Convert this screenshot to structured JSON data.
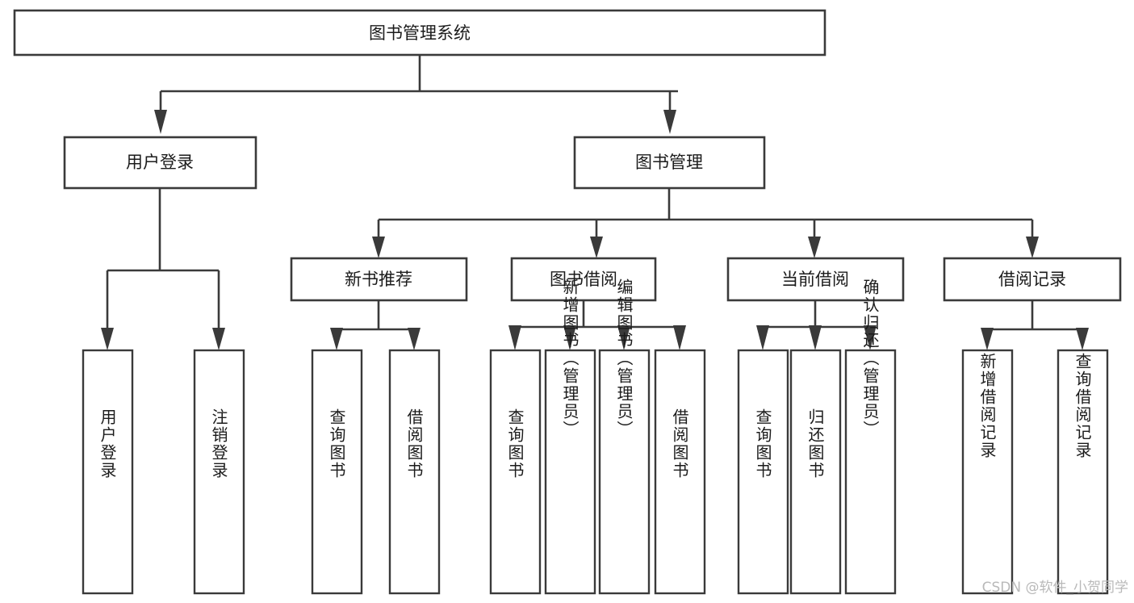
{
  "diagram": {
    "title": "图书管理系统",
    "type": "tree-hierarchy-chart",
    "root": {
      "label": "图书管理系统"
    },
    "level2": [
      {
        "label": "用户登录"
      },
      {
        "label": "图书管理"
      }
    ],
    "level3": [
      {
        "label": "新书推荐"
      },
      {
        "label": "图书借阅"
      },
      {
        "label": "当前借阅"
      },
      {
        "label": "借阅记录"
      }
    ],
    "leaves": {
      "user_login": [
        {
          "label": "用户登录"
        },
        {
          "label": "注销登录"
        }
      ],
      "new_book_recommend": [
        {
          "label": "查询图书"
        },
        {
          "label": "借阅图书"
        }
      ],
      "book_borrow": [
        {
          "label": "查询图书"
        },
        {
          "label": "新增图书（管理员）"
        },
        {
          "label": "编辑图书（管理员）"
        },
        {
          "label": "借阅图书"
        }
      ],
      "current_borrow": [
        {
          "label": "查询图书"
        },
        {
          "label": "归还图书"
        },
        {
          "label": "确认归还（管理员）"
        }
      ],
      "borrow_record": [
        {
          "label": "新增借阅记录"
        },
        {
          "label": "查询借阅记录"
        }
      ]
    }
  },
  "watermark": {
    "text": "CSDN @软件_小贺同学"
  },
  "colors": {
    "box_stroke": "#3a3a3a",
    "box_fill": "#ffffff",
    "text": "#1b1b1b",
    "watermark": "#b9b9b9",
    "background": "#ffffff"
  }
}
